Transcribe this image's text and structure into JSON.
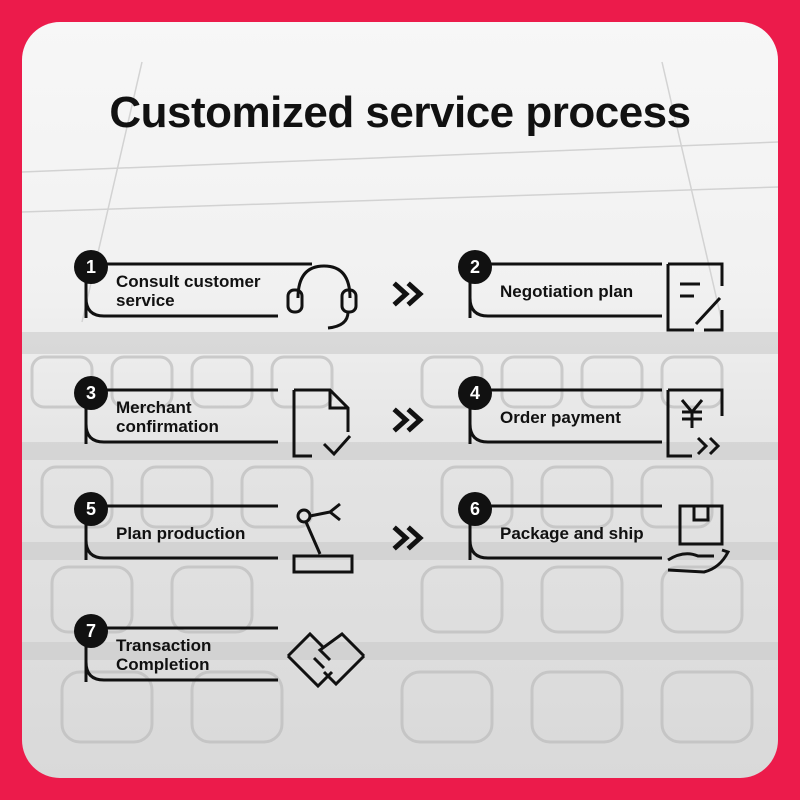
{
  "title": "Customized service process",
  "colors": {
    "border": "#ec1b4b",
    "text": "#111111",
    "badge": "#111111"
  },
  "steps": [
    {
      "number": "1",
      "label": "Consult customer\nservice",
      "icon": "headset-icon"
    },
    {
      "number": "2",
      "label": "Negotiation plan",
      "icon": "document-pen-icon"
    },
    {
      "number": "3",
      "label": "Merchant\nconfirmation",
      "icon": "document-check-icon"
    },
    {
      "number": "4",
      "label": "Order payment",
      "icon": "yen-payment-icon"
    },
    {
      "number": "5",
      "label": "Plan production",
      "icon": "robot-arm-icon"
    },
    {
      "number": "6",
      "label": "Package and ship",
      "icon": "package-hand-icon"
    },
    {
      "number": "7",
      "label": "Transaction\nCompletion",
      "icon": "handshake-icon"
    }
  ]
}
